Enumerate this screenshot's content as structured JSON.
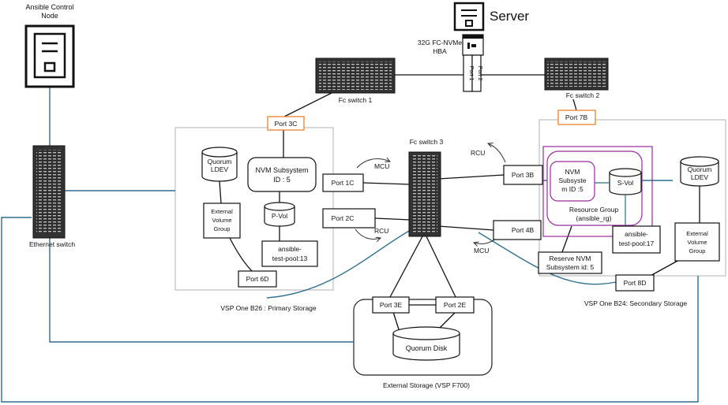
{
  "labels": {
    "ansible_node": [
      "Ansible Control",
      "Node"
    ],
    "server": "Server",
    "hba": [
      "32G FC-NVMe",
      "HBA"
    ],
    "hba_port1": "Port 1",
    "hba_port2": "Port 2",
    "fc_switch_1": "Fc switch 1",
    "fc_switch_2": "Fc switch 2",
    "fc_switch_3": "Fc switch 3",
    "ethernet_switch": "Ethernet switch",
    "primary_storage": "VSP One B26 : Primary Storage",
    "secondary_storage": "VSP One B24: Secondary Storage",
    "external_storage": "External Storage (VSP F700)"
  },
  "primary": {
    "port_3c": "Port 3C",
    "quorum_ldev": [
      "Quorum",
      "LDEV"
    ],
    "nvm_subsystem": [
      "NVM Subsystem",
      "ID : 5"
    ],
    "external_volume_group": [
      "External",
      "Volume",
      "Group"
    ],
    "pvol": "P-Vol",
    "pool": [
      "ansible-",
      "test-pool:13"
    ],
    "port_6d": "Port 6D"
  },
  "switch_ports": {
    "port_1c": "Port 1C",
    "port_2c": "Port 2C",
    "port_3b": "Port 3B",
    "port_4b": "Port 4B"
  },
  "arrows": {
    "mcu_top": "MCU",
    "rcu_bottom": "RCU",
    "rcu_top": "RCU",
    "mcu_bottom": "MCU"
  },
  "secondary": {
    "port_7b": "Port 7B",
    "nvm_subsystem": [
      "NVM",
      "Subsyste",
      "m ID :5"
    ],
    "svol": "S-Vol",
    "resource_group": [
      "Resource Group",
      "(ansible_rg)"
    ],
    "quorum_ldev": [
      "Quorum",
      "LDEV"
    ],
    "external_volume_group": [
      "External",
      "Volume",
      "Group"
    ],
    "pool": [
      "ansible-",
      "test-pool:17"
    ],
    "reserve_nvm": [
      "Reserve NVM",
      "Subsystem id: 5"
    ],
    "port_8d": "Port 8D"
  },
  "external": {
    "port_3e": "Port 3E",
    "port_2e": "Port 2E",
    "quorum_disk": "Quorum Disk"
  },
  "colors": {
    "teal_line": "#2e6e8e",
    "orange_port": "#e98a3c",
    "purple_group": "#9a2a9a",
    "box_border": "#bfbfbf",
    "dark_device": "#2b2b2b"
  }
}
